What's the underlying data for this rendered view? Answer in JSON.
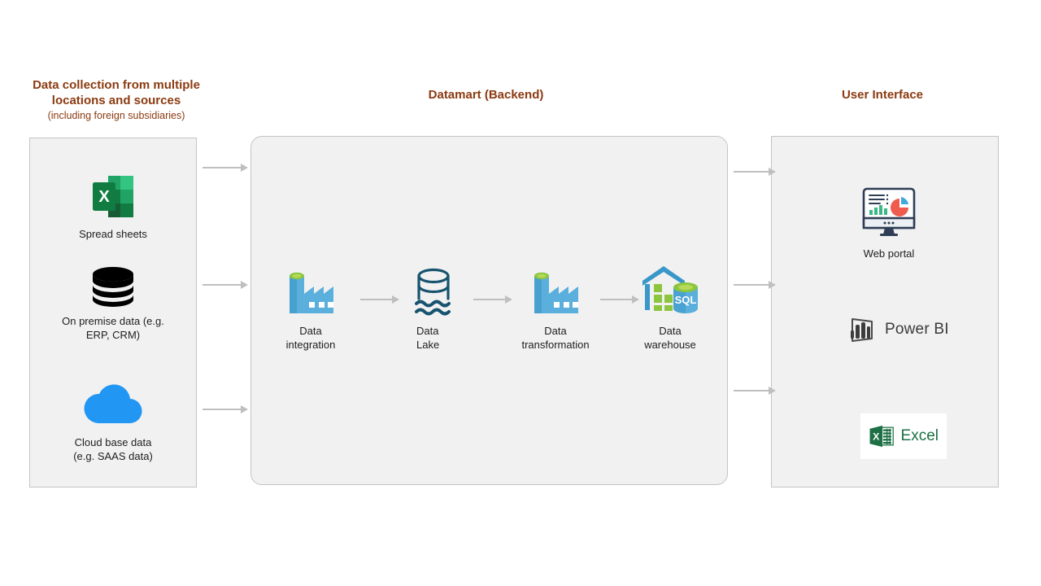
{
  "diagram": {
    "title_colors": {
      "heading": "#8B3A10",
      "panel_bg": "#f1f1f1",
      "panel_border": "#c4c4c4",
      "arrow": "#bfbfbf"
    },
    "columns": {
      "sources": {
        "heading_line1": "Data collection from multiple",
        "heading_line2": "locations and sources",
        "heading_sub": "(including foreign subsidiaries)",
        "items": [
          {
            "label": "Spread sheets",
            "icon": "excel-modern-icon"
          },
          {
            "label": "On premise data (e.g.\nERP, CRM)",
            "icon": "database-stack-icon"
          },
          {
            "label": "Cloud base data\n(e.g. SAAS data)",
            "icon": "cloud-icon"
          }
        ]
      },
      "datamart": {
        "heading": "Datamart (Backend)",
        "items": [
          {
            "label": "Data\nintegration",
            "icon": "factory-icon"
          },
          {
            "label": "Data\nLake",
            "icon": "data-lake-icon"
          },
          {
            "label": "Data\ntransformation",
            "icon": "factory-icon"
          },
          {
            "label": "Data\nwarehouse",
            "icon": "warehouse-sql-icon"
          }
        ]
      },
      "user_interface": {
        "heading": "User Interface",
        "items": [
          {
            "label": "Web portal",
            "icon": "monitor-dashboard-icon"
          },
          {
            "label": "Power BI",
            "icon": "power-bi-icon"
          },
          {
            "label": "Excel",
            "icon": "excel-classic-icon"
          }
        ]
      }
    },
    "sql_badge": "SQL"
  }
}
